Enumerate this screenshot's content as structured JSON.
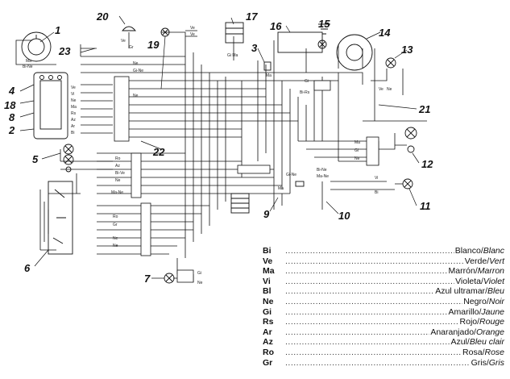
{
  "callouts": [
    "1",
    "2",
    "3",
    "4",
    "5",
    "6",
    "7",
    "8",
    "9",
    "10",
    "11",
    "12",
    "13",
    "14",
    "15",
    "16",
    "17",
    "18",
    "19",
    "20",
    "21",
    "22",
    "23"
  ],
  "wire_labels": {
    "c20a": "Ve",
    "c20b": "Gr",
    "c19a": "Ve",
    "c19b": "Ve",
    "c17": "Gi Ma",
    "c3": "Ma",
    "c1a": "Ma",
    "c1b": "Bi-Ne",
    "c22a": "Ne",
    "c22b": "Gi-Ne",
    "c4a": "Ve",
    "c4b": "Vi",
    "c4c": "Ne",
    "c4d": "Ma",
    "c4e": "Rs",
    "c4f": "Az",
    "c4g": "Ar",
    "c4h": "Bi",
    "c4i": "Ne",
    "c5a": "Ro",
    "c5b": "Az",
    "c5c": "Bi-Ve",
    "c5d": "Ne",
    "c6a": "Ma-Ne",
    "c6b": "Ro",
    "c6c": "Gr",
    "c6d": "Ne",
    "c6e": "Ne",
    "c12a": "Ma",
    "c12b": "Gi",
    "c12c": "Ne",
    "c11a": "Vi",
    "c11b": "Bi",
    "c7a": "Gi",
    "c7b": "Ne",
    "c21a": "Ve",
    "c21b": "Ne",
    "c14a": "Gi",
    "c14b": "Bi-Rs",
    "c10a": "Bi-Ne",
    "c10b": "Ma-Ne",
    "c9a": "Gi-Ne",
    "c9b": "Ma"
  },
  "legend": [
    {
      "code": "Bi",
      "es": "Blanco",
      "fr": "Blanc"
    },
    {
      "code": "Ve",
      "es": "Verde",
      "fr": "Vert"
    },
    {
      "code": "Ma",
      "es": "Marrón",
      "fr": "Marron"
    },
    {
      "code": "Vi",
      "es": "Violeta",
      "fr": "Violet"
    },
    {
      "code": "Bl",
      "es": "Azul ultramar",
      "fr": "Bleu"
    },
    {
      "code": "Ne",
      "es": "Negro",
      "fr": "Noir"
    },
    {
      "code": "Gi",
      "es": "Amarillo",
      "fr": "Jaune"
    },
    {
      "code": "Rs",
      "es": "Rojo",
      "fr": "Rouge"
    },
    {
      "code": "Ar",
      "es": "Anaranjado",
      "fr": "Orange"
    },
    {
      "code": "Az",
      "es": "Azul",
      "fr": "Bleu clair"
    },
    {
      "code": "Ro",
      "es": "Rosa",
      "fr": "Rose"
    },
    {
      "code": "Gr",
      "es": "Gris",
      "fr": "Gris"
    }
  ]
}
